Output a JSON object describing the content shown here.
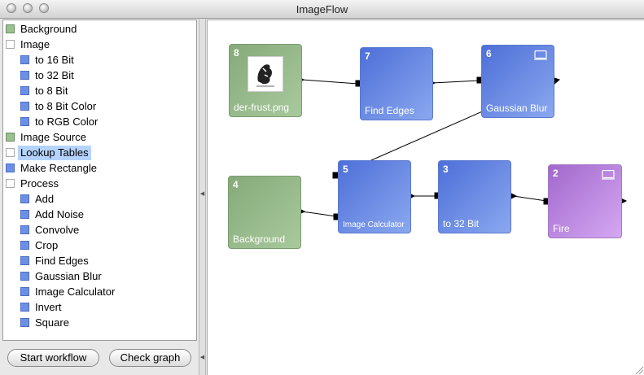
{
  "window": {
    "title": "ImageFlow"
  },
  "tree": {
    "items": [
      {
        "label": "Background",
        "color": "green",
        "indent": 0
      },
      {
        "label": "Image",
        "color": "white",
        "indent": 0
      },
      {
        "label": "to 16 Bit",
        "color": "blue",
        "indent": 1
      },
      {
        "label": "to 32 Bit",
        "color": "blue",
        "indent": 1
      },
      {
        "label": "to 8 Bit",
        "color": "blue",
        "indent": 1
      },
      {
        "label": "to 8 Bit Color",
        "color": "blue",
        "indent": 1
      },
      {
        "label": "to RGB Color",
        "color": "blue",
        "indent": 1
      },
      {
        "label": "Image Source",
        "color": "green",
        "indent": 0
      },
      {
        "label": "Lookup Tables",
        "color": "white",
        "indent": 0,
        "selected": true
      },
      {
        "label": "Make Rectangle",
        "color": "blue",
        "indent": 0
      },
      {
        "label": "Process",
        "color": "white",
        "indent": 0
      },
      {
        "label": "Add",
        "color": "blue",
        "indent": 1
      },
      {
        "label": "Add Noise",
        "color": "blue",
        "indent": 1
      },
      {
        "label": "Convolve",
        "color": "blue",
        "indent": 1
      },
      {
        "label": "Crop",
        "color": "blue",
        "indent": 1
      },
      {
        "label": "Find Edges",
        "color": "blue",
        "indent": 1
      },
      {
        "label": "Gaussian Blur",
        "color": "blue",
        "indent": 1
      },
      {
        "label": "Image Calculator",
        "color": "blue",
        "indent": 1
      },
      {
        "label": "Invert",
        "color": "blue",
        "indent": 1
      },
      {
        "label": "Square",
        "color": "blue",
        "indent": 1
      }
    ]
  },
  "buttons": {
    "start": "Start workflow",
    "check": "Check graph"
  },
  "nodes": {
    "n8": {
      "num": "8",
      "label": "der-frust.png"
    },
    "n7": {
      "num": "7",
      "label": "Find Edges"
    },
    "n6": {
      "num": "6",
      "label": "Gaussian Blur"
    },
    "n4": {
      "num": "4",
      "label": "Background"
    },
    "n5": {
      "num": "5",
      "label": "Image Calculator"
    },
    "n3": {
      "num": "3",
      "label": "to 32 Bit"
    },
    "n2": {
      "num": "2",
      "label": "Fire"
    }
  },
  "colors": {
    "green": "#9bbf8f",
    "blue": "#6e8fe6",
    "purple": "#c08ee6",
    "selection": "#b5d3ff"
  }
}
